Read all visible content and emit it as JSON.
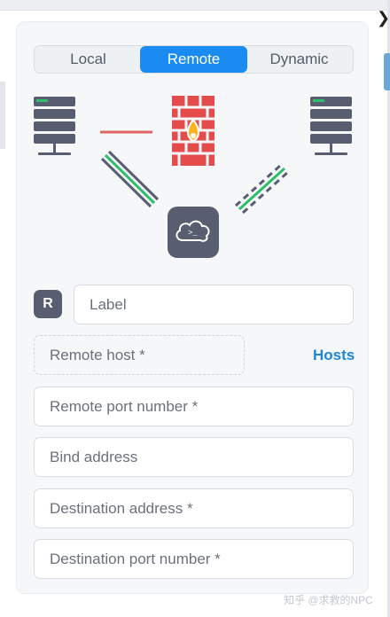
{
  "tabs": {
    "local": "Local",
    "remote": "Remote",
    "dynamic": "Dynamic",
    "selected": "Remote"
  },
  "form": {
    "badge": "R",
    "label_placeholder": "Label",
    "remote_host_placeholder": "Remote host *",
    "hosts_link": "Hosts",
    "remote_port_placeholder": "Remote port number *",
    "bind_address_placeholder": "Bind address",
    "destination_address_placeholder": "Destination address *",
    "destination_port_placeholder": "Destination port number *"
  },
  "diagram": {
    "icons": [
      "server-icon",
      "firewall-icon",
      "cloud-terminal-icon",
      "server-icon"
    ]
  },
  "watermark": "知乎 @求救的NPC",
  "colors": {
    "accent": "#1a8bf0",
    "link": "#1f86d6",
    "badge": "#595d70",
    "firewall": "#e44b4b",
    "tunnel_green": "#2ebd6b"
  }
}
